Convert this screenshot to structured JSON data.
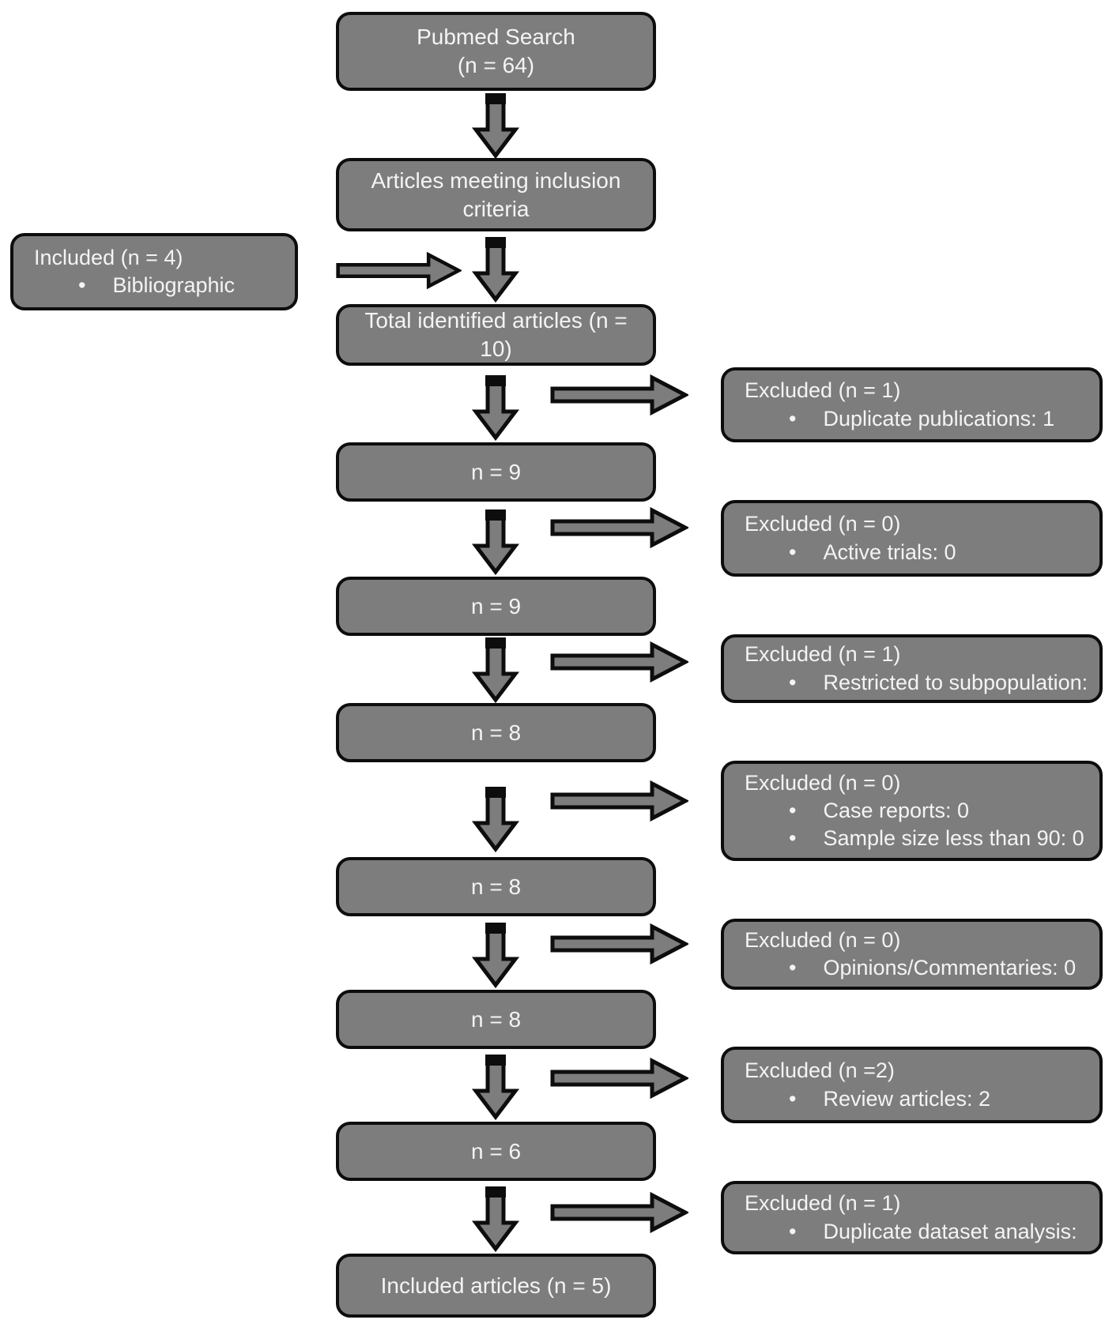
{
  "diagram": {
    "type": "flowchart",
    "main": [
      "Pubmed Search\n(n = 64)",
      "Articles meeting inclusion\ncriteria",
      "Total identified articles (n = 10)",
      "n = 9",
      "n = 9",
      "n = 8",
      "n = 8",
      "n = 8",
      "n = 6",
      "Included articles (n = 5)"
    ],
    "included_side": {
      "title": "Included (n = 4)",
      "bullets": [
        "Bibliographic"
      ]
    },
    "excluded": [
      {
        "title": "Excluded (n = 1)",
        "bullets": [
          "Duplicate publications: 1"
        ]
      },
      {
        "title": "Excluded (n = 0)",
        "bullets": [
          "Active trials: 0"
        ]
      },
      {
        "title": "Excluded (n = 1)",
        "bullets": [
          "Restricted to subpopulation:"
        ]
      },
      {
        "title": "Excluded (n = 0)",
        "bullets": [
          "Case reports: 0",
          "Sample size less than 90: 0"
        ]
      },
      {
        "title": "Excluded (n = 0)",
        "bullets": [
          "Opinions/Commentaries: 0"
        ]
      },
      {
        "title": "Excluded (n =2)",
        "bullets": [
          "Review articles: 2"
        ]
      },
      {
        "title": "Excluded (n = 1)",
        "bullets": [
          "Duplicate dataset analysis:"
        ]
      }
    ],
    "colors": {
      "box_fill": "#7d7d7d",
      "box_border": "#0d0d0d",
      "text": "#f4f4f4",
      "background": "#ffffff"
    }
  }
}
